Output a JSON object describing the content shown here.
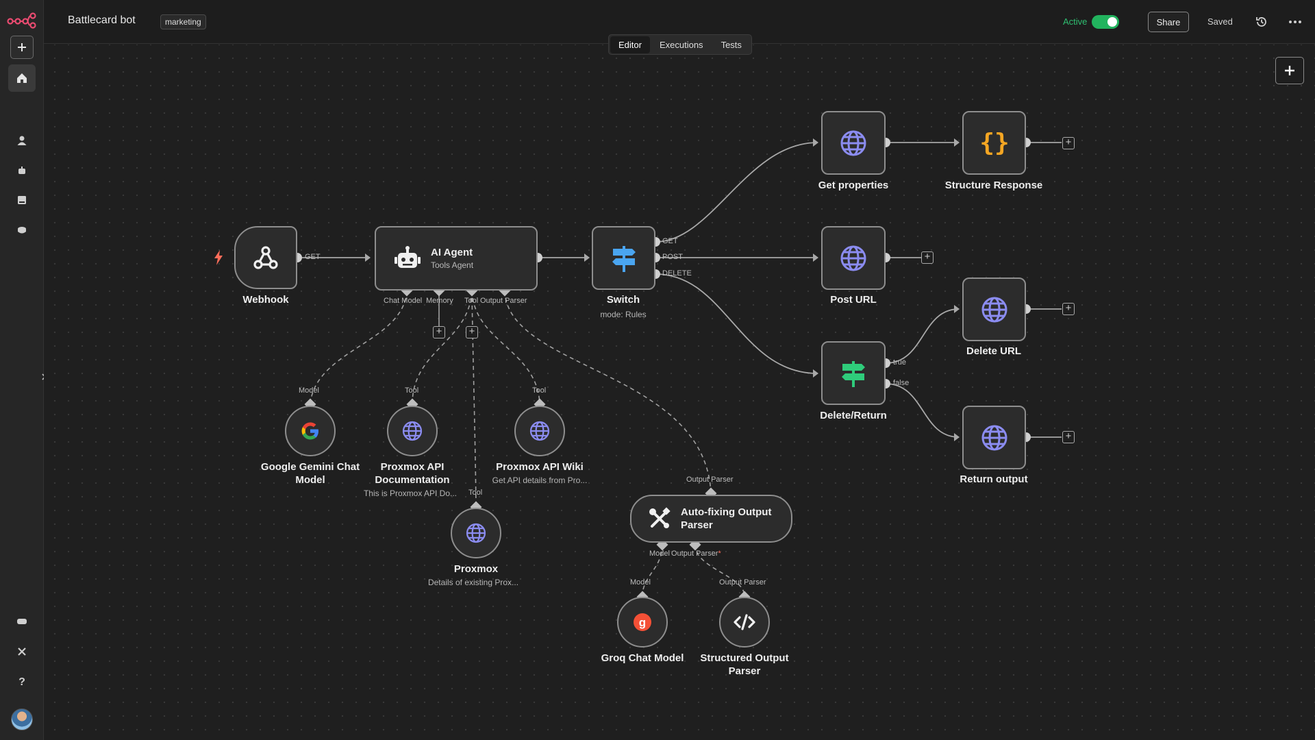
{
  "header": {
    "workflow_title": "Battlecard bot",
    "tag": "marketing",
    "active_label": "Active",
    "active": true,
    "share_label": "Share",
    "saved_label": "Saved"
  },
  "tabs": [
    {
      "label": "Editor",
      "active": true
    },
    {
      "label": "Executions",
      "active": false
    },
    {
      "label": "Tests",
      "active": false
    }
  ],
  "colors": {
    "accent_green": "#22b35e",
    "trigger_orange": "#ff6d5a",
    "globe_purple": "#8b8cf0",
    "switch_blue": "#4aa5f0",
    "if_green": "#2fcc7b",
    "code_orange": "#f5a623"
  },
  "nodes": {
    "webhook": {
      "label": "Webhook",
      "icon": "webhook-icon"
    },
    "ai_agent": {
      "label": "AI Agent",
      "sub": "Tools Agent",
      "icon": "robot-icon"
    },
    "switch": {
      "label": "Switch",
      "sub": "mode: Rules",
      "icon": "signpost-icon"
    },
    "get_properties": {
      "label": "Get properties",
      "icon": "globe-icon"
    },
    "structure_response": {
      "label": "Structure Response",
      "icon": "braces-icon"
    },
    "post_url": {
      "label": "Post URL",
      "icon": "globe-icon"
    },
    "delete_return": {
      "label": "Delete/Return",
      "icon": "signpost-icon"
    },
    "delete_url": {
      "label": "Delete URL",
      "icon": "globe-icon"
    },
    "return_output": {
      "label": "Return output",
      "icon": "globe-icon"
    },
    "gemini": {
      "label_line1": "Google Gemini Chat",
      "label_line2": "Model",
      "icon": "google-icon"
    },
    "proxmox_doc": {
      "label_line1": "Proxmox API",
      "label_line2": "Documentation",
      "sub": "This is Proxmox API Do...",
      "icon": "globe-icon"
    },
    "proxmox_wiki": {
      "label": "Proxmox API Wiki",
      "sub": "Get API details from Pro...",
      "icon": "globe-icon"
    },
    "proxmox": {
      "label": "Proxmox",
      "sub": "Details of existing Prox...",
      "icon": "globe-icon"
    },
    "autofix": {
      "label_line1": "Auto-fixing Output",
      "label_line2": "Parser",
      "icon": "tools-icon"
    },
    "groq": {
      "label": "Groq Chat Model",
      "icon": "groq-icon"
    },
    "structured": {
      "label_line1": "Structured Output",
      "label_line2": "Parser",
      "icon": "code-icon"
    }
  },
  "ports": {
    "webhook_out": "GET",
    "agent_chat_model": "Chat Model",
    "agent_memory": "Memory",
    "agent_tool": "Tool",
    "agent_output_parser": "Output Parser",
    "switch_get": "GET",
    "switch_post": "POST",
    "switch_delete": "DELETE",
    "if_true": "true",
    "if_false": "false",
    "model": "Model",
    "tool": "Tool",
    "output_parser": "Output Parser",
    "autofix_model": "Model",
    "autofix_output_parser": "Output Parser",
    "required_mark": "*"
  }
}
